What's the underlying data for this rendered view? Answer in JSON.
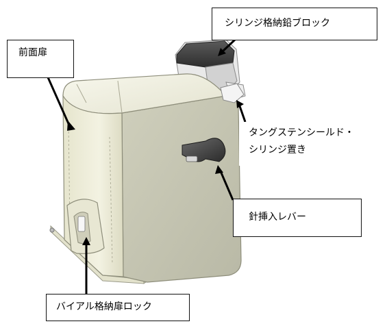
{
  "labels": {
    "syringe_storage_lead_block": "シリンジ格納鉛ブロック",
    "front_door": "前面扉",
    "tungsten_shield_line1": "タングステンシールド・",
    "tungsten_shield_line2": "シリンジ置き",
    "needle_insert_lever": "針挿入レバー",
    "vial_storage_door_lock": "バイアル格納扉ロック"
  }
}
